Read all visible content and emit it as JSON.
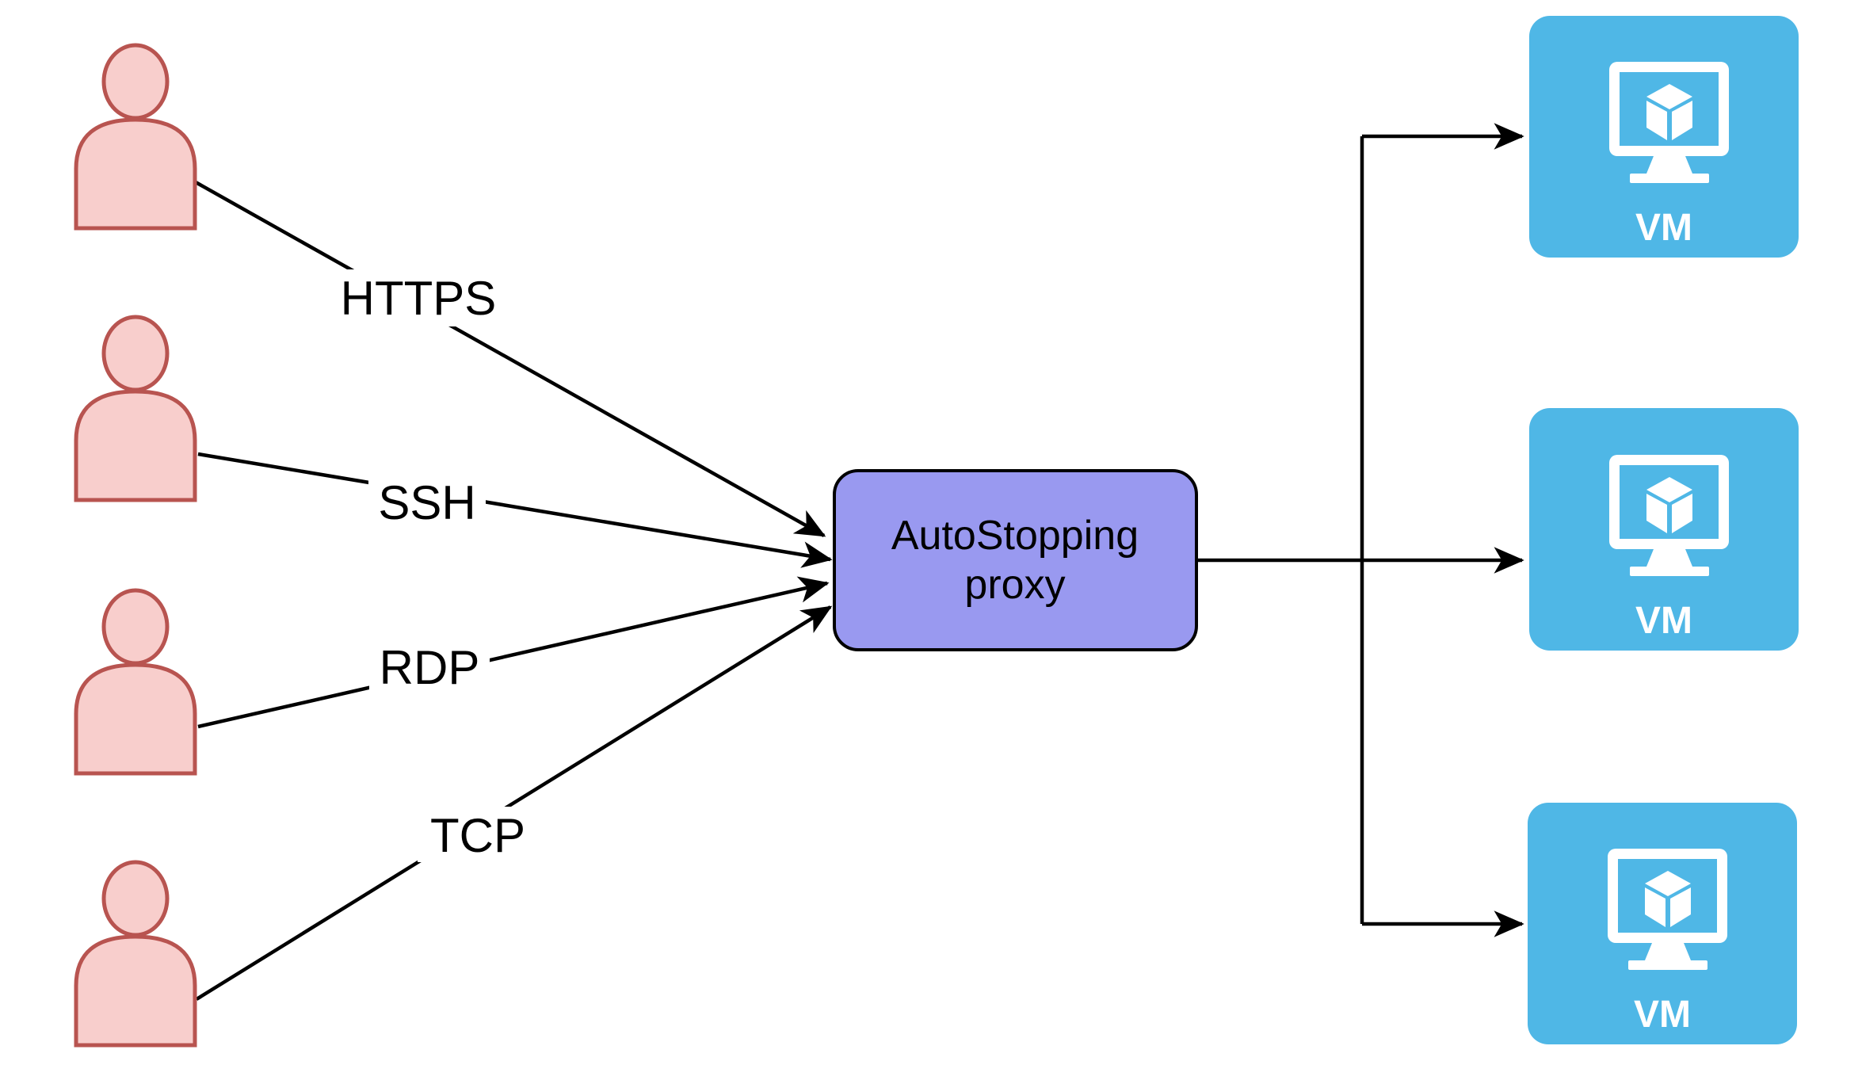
{
  "colors": {
    "background": "#FFFFFF",
    "line": "#000000",
    "label_text": "#000000",
    "user_fill": "#F8CECC",
    "user_stroke": "#B85450",
    "proxy_fill": "#9999F0",
    "proxy_stroke": "#000000",
    "proxy_text": "#000000",
    "vm_fill": "#4FB7E6",
    "vm_icon": "#FFFFFF",
    "vm_text": "#FFFFFF"
  },
  "nodes": {
    "proxy": {
      "label_line1": "AutoStopping",
      "label_line2": "proxy"
    },
    "users": [
      {
        "icon": "user-silhouette-icon"
      },
      {
        "icon": "user-silhouette-icon"
      },
      {
        "icon": "user-silhouette-icon"
      },
      {
        "icon": "user-silhouette-icon"
      }
    ],
    "vms": [
      {
        "label": "VM",
        "icon": "vm-monitor-cube-icon"
      },
      {
        "label": "VM",
        "icon": "vm-monitor-cube-icon"
      },
      {
        "label": "VM",
        "icon": "vm-monitor-cube-icon"
      }
    ]
  },
  "connections": [
    {
      "from": "user-1",
      "to": "proxy",
      "protocol": "HTTPS"
    },
    {
      "from": "user-2",
      "to": "proxy",
      "protocol": "SSH"
    },
    {
      "from": "user-3",
      "to": "proxy",
      "protocol": "RDP"
    },
    {
      "from": "user-4",
      "to": "proxy",
      "protocol": "TCP"
    },
    {
      "from": "proxy",
      "to": "vm-1"
    },
    {
      "from": "proxy",
      "to": "vm-2"
    },
    {
      "from": "proxy",
      "to": "vm-3"
    }
  ]
}
